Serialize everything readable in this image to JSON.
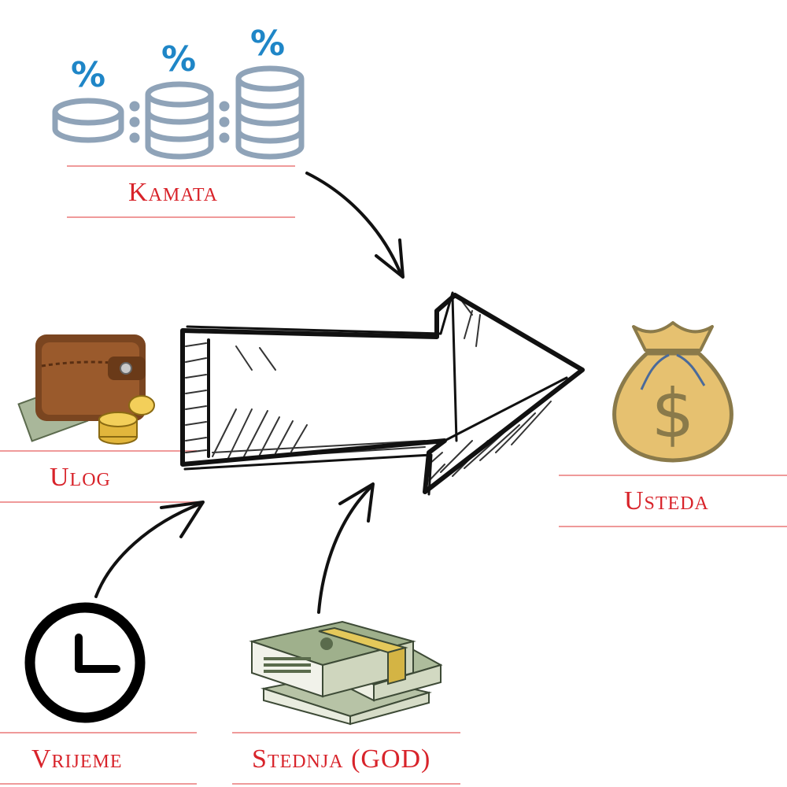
{
  "labels": {
    "kamata": "Kamata",
    "ulog": "Ulog",
    "usteda": "Usteda",
    "vrijeme": "Vrijeme",
    "stednja": "Stednja (GOD)"
  },
  "icons": {
    "interest": "percent-coin-stacks-icon",
    "wallet": "wallet-with-coins-icon",
    "money_bag": "money-bag-dollar-icon",
    "clock": "clock-icon",
    "cash": "cash-bundles-icon",
    "main_arrow": "big-sketch-arrow-icon"
  },
  "colors": {
    "label": "#d8232a",
    "rule": "#ef9a9a",
    "coin_stroke": "#8fa3b8",
    "percent": "#1f86c7",
    "bag": "#e6c170",
    "bag_outline": "#8a7a4a",
    "wallet": "#7a4520"
  }
}
